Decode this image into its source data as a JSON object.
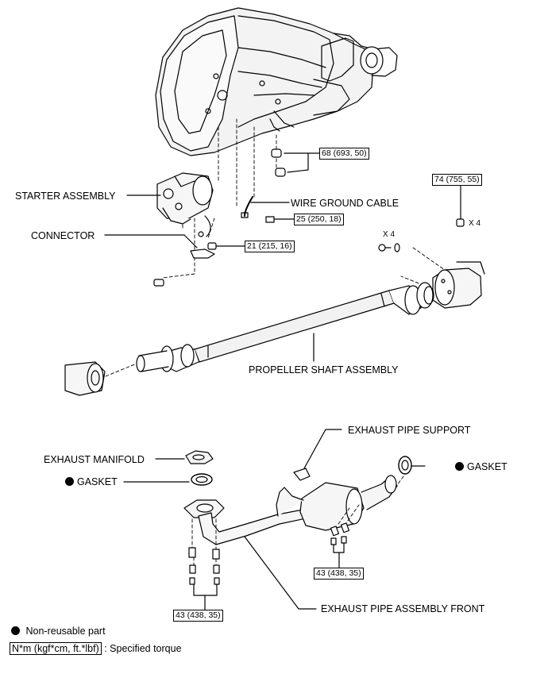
{
  "labels": {
    "starter": "STARTER ASSEMBLY",
    "connector": "CONNECTOR",
    "wire_ground": "WIRE GROUND CABLE",
    "propeller": "PROPELLER SHAFT ASSEMBLY",
    "exhaust_support": "EXHAUST PIPE SUPPORT",
    "exhaust_manifold": "EXHAUST MANIFOLD",
    "gasket_left": "GASKET",
    "gasket_right": "GASKET",
    "exhaust_front": "EXHAUST PIPE ASSEMBLY FRONT"
  },
  "torques": {
    "t68": "68 (693, 50)",
    "t74": "74 (755, 55)",
    "t25": "25 (250, 18)",
    "t21": "21  (215, 16)",
    "t43_right": "43 (438, 35)",
    "t43_left": "43 (438, 35)"
  },
  "multipliers": {
    "x4_flange": "X 4",
    "x4_nut": "X 4"
  },
  "legend": {
    "nonreusable": "Non-reusable part",
    "unit": "N*m (kgf*cm, ft.*lbf)",
    "specified": ": Specified torque"
  },
  "colors": {
    "line": "#000000",
    "background": "#ffffff"
  }
}
